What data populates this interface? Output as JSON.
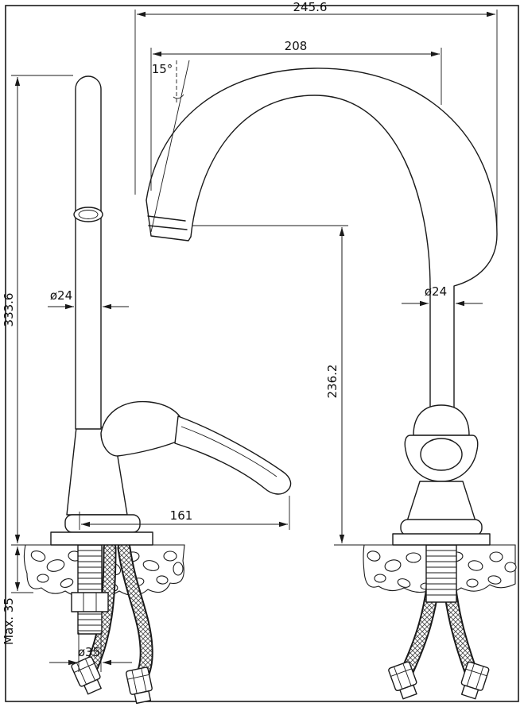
{
  "drawing": {
    "style": {
      "line_color": "#1a1a1a",
      "background_color": "#ffffff"
    },
    "dimension_labels": {
      "overall_width": "245.6",
      "spout_reach": "208",
      "spout_angle": "15°",
      "side_body_diameter": "ø24",
      "riser_diameter": "ø24",
      "total_height": "333.6",
      "spout_height": "236.2",
      "base_reach": "161",
      "max_counter_thickness": "Max. 35",
      "mounting_hole_diameter": "ø35"
    }
  }
}
